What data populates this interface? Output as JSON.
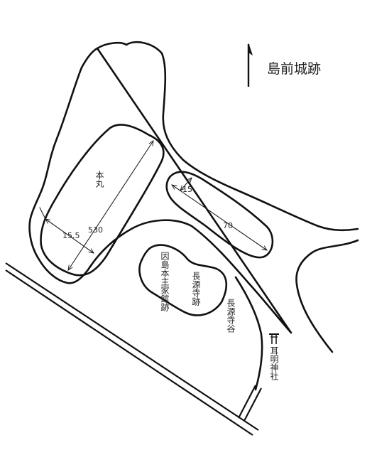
{
  "map": {
    "title": "島前城跡",
    "north_icon": "north-arrow-icon",
    "shrine_icon": "torii-gate-icon",
    "places": {
      "honmaru": "本丸",
      "inaba_residence": "因島本主家館跡",
      "chogenji_site": "長源寺跡",
      "chogenji_valley": "長源寺谷",
      "mimyo_shrine": "耳明神社"
    },
    "measurements": {
      "honmaru_length": "530",
      "honmaru_width": "15.5",
      "terrace_length": "70",
      "terrace_width": "15"
    },
    "colors": {
      "ink": "#111111",
      "paper": "#ffffff"
    }
  }
}
